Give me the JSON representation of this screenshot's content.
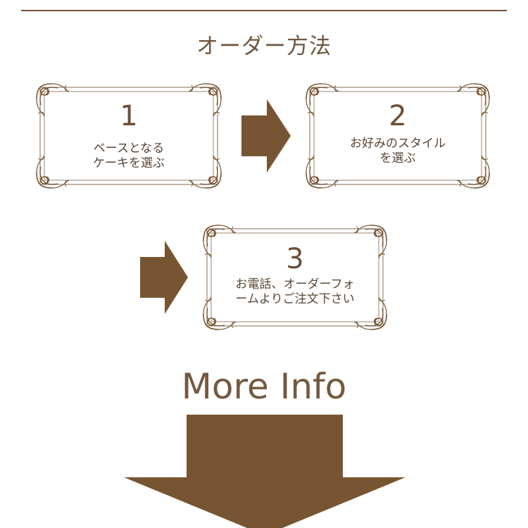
{
  "section": {
    "title": "オーダー方法"
  },
  "steps": [
    {
      "number": "1",
      "lines": [
        "ベースとなる",
        "ケーキを選ぶ"
      ]
    },
    {
      "number": "2",
      "lines": [
        "お好みのスタイル",
        "を選ぶ"
      ]
    },
    {
      "number": "3",
      "lines": [
        "お電話、オーダーフォ",
        "ームよりご注文下さい"
      ]
    }
  ],
  "more_info": {
    "label": "More Info"
  },
  "colors": {
    "brown": "#785532",
    "frame_line": "#9a8670",
    "text": "#5a4532"
  },
  "icons": {
    "step_arrow": "right-arrow-icon",
    "more_arrow": "down-arrow-icon"
  }
}
